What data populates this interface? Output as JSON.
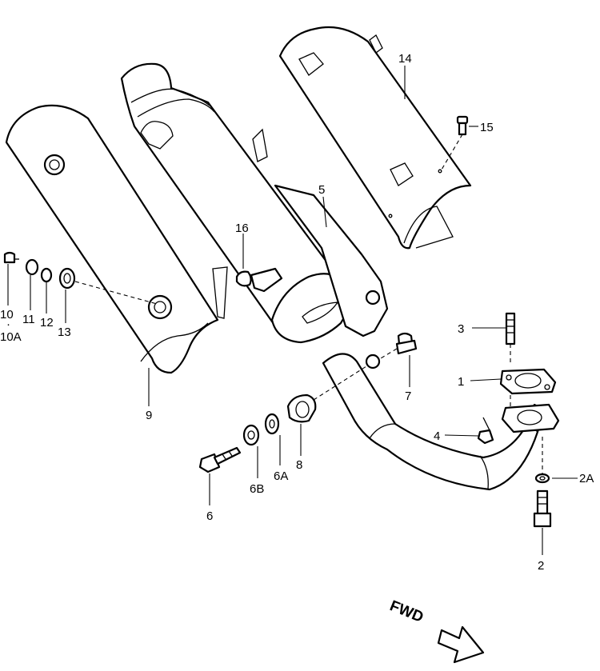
{
  "callouts": {
    "p1": "1",
    "p2": "2",
    "p2a": "2A",
    "p3": "3",
    "p4": "4",
    "p5": "5",
    "p6": "6",
    "p6a": "6A",
    "p6b": "6B",
    "p7": "7",
    "p8": "8",
    "p9": "9",
    "p10": "10",
    "p10sep": "·",
    "p10a": "10A",
    "p11": "11",
    "p12": "12",
    "p13": "13",
    "p14": "14",
    "p15": "15",
    "p16": "16"
  },
  "direction": {
    "label": "FWD",
    "icon": "arrow-right-icon"
  },
  "colors": {
    "line": "#000000",
    "background": "#ffffff"
  }
}
